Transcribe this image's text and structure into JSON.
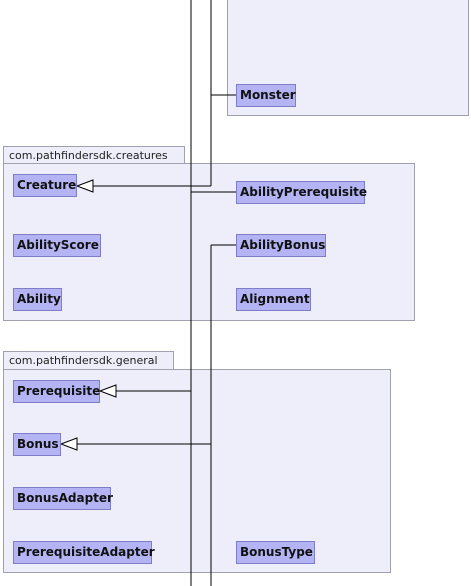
{
  "packages": {
    "unnamed_top": {
      "label": ""
    },
    "creatures": {
      "label": "com.pathfindersdk.creatures"
    },
    "general": {
      "label": "com.pathfindersdk.general"
    }
  },
  "classes": {
    "monster": "Monster",
    "creature": "Creature",
    "ability_prerequisite": "AbilityPrerequisite",
    "ability_score": "AbilityScore",
    "ability_bonus": "AbilityBonus",
    "ability": "Ability",
    "alignment": "Alignment",
    "prerequisite": "Prerequisite",
    "bonus": "Bonus",
    "bonus_adapter": "BonusAdapter",
    "prerequisite_adapter": "PrerequisiteAdapter",
    "bonus_type": "BonusType"
  },
  "colors": {
    "package_fill": "#eeeefa",
    "package_border": "#a0a0b0",
    "class_fill": "#b4b4f5",
    "class_border": "#7d7dc8",
    "edge": "#000000"
  }
}
